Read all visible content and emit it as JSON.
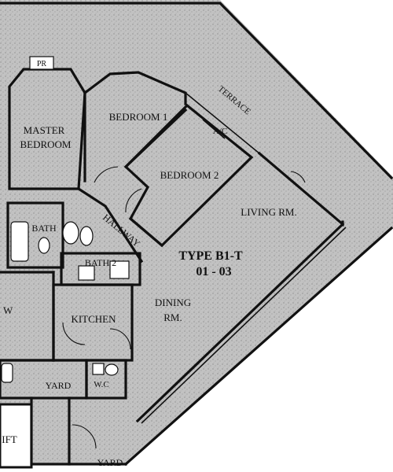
{
  "plan": {
    "type_label": "TYPE B1-T",
    "unit_numbers": "01 - 03"
  },
  "rooms": {
    "pr": "PR",
    "master_bedroom_line1": "MASTER",
    "master_bedroom_line2": "BEDROOM",
    "bedroom1": "BEDROOM 1",
    "bedroom2": "BEDROOM 2",
    "terrace": "TERRACE",
    "ac": "A/C",
    "living": "LIVING RM.",
    "hallway": "HALLWAY",
    "bath": "BATH",
    "bath2": "BATH 2",
    "kitchen": "KITCHEN",
    "dining_line1": "DINING",
    "dining_line2": "RM.",
    "yard_left": "YARD",
    "wc": "W.C",
    "lift": "IFT",
    "yard_bottom": "YARD",
    "cut_text": "W"
  },
  "colors": {
    "floor_fill": "#b9b9b9",
    "wall": "#111111",
    "paper": "#ffffff"
  }
}
